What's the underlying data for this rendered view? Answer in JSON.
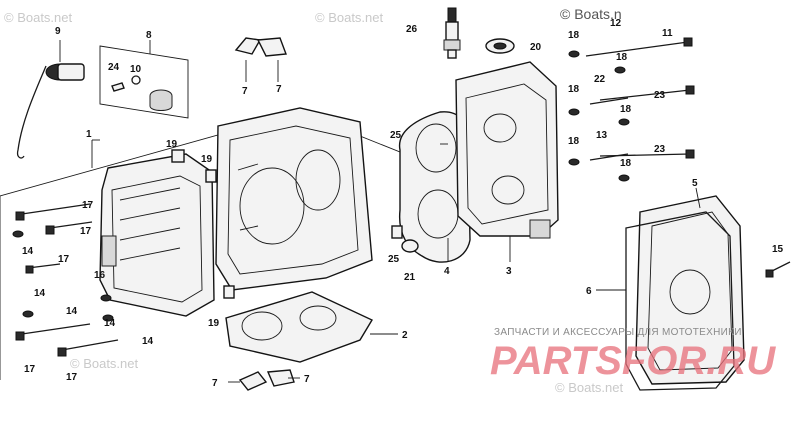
{
  "watermarks": {
    "top_left": "© Boats.net",
    "top_mid": "© Boats.net",
    "top_right": "© Boats.n",
    "bottom_left": "© Boats.net",
    "bottom_right": "© Boats.net"
  },
  "shop_banner": {
    "tagline": "ЗАПЧАСТИ И АКСЕССУАРЫ ДЛЯ МОТОТЕХНИКИ",
    "brand": "PARTSFOR.RU"
  },
  "callouts": [
    {
      "id": "c9",
      "label": "9"
    },
    {
      "id": "c8",
      "label": "8"
    },
    {
      "id": "c24",
      "label": "24"
    },
    {
      "id": "c10",
      "label": "10"
    },
    {
      "id": "c7a",
      "label": "7"
    },
    {
      "id": "c7b",
      "label": "7"
    },
    {
      "id": "c1",
      "label": "1"
    },
    {
      "id": "c19a",
      "label": "19"
    },
    {
      "id": "c19b",
      "label": "19"
    },
    {
      "id": "c26",
      "label": "26"
    },
    {
      "id": "c20",
      "label": "20"
    },
    {
      "id": "c25a",
      "label": "25"
    },
    {
      "id": "c18a",
      "label": "18"
    },
    {
      "id": "c12",
      "label": "12"
    },
    {
      "id": "c11",
      "label": "11"
    },
    {
      "id": "c18b",
      "label": "18"
    },
    {
      "id": "c18c",
      "label": "18"
    },
    {
      "id": "c22",
      "label": "22"
    },
    {
      "id": "c18d",
      "label": "18"
    },
    {
      "id": "c23a",
      "label": "23"
    },
    {
      "id": "c18e",
      "label": "18"
    },
    {
      "id": "c13",
      "label": "13"
    },
    {
      "id": "c18f",
      "label": "18"
    },
    {
      "id": "c23b",
      "label": "23"
    },
    {
      "id": "c5",
      "label": "5"
    },
    {
      "id": "c17a",
      "label": "17"
    },
    {
      "id": "c17b",
      "label": "17"
    },
    {
      "id": "c14a",
      "label": "14"
    },
    {
      "id": "c17c",
      "label": "17"
    },
    {
      "id": "c16",
      "label": "16"
    },
    {
      "id": "c14b",
      "label": "14"
    },
    {
      "id": "c4",
      "label": "4"
    },
    {
      "id": "c3",
      "label": "3"
    },
    {
      "id": "c25b",
      "label": "25"
    },
    {
      "id": "c21",
      "label": "21"
    },
    {
      "id": "c15",
      "label": "15"
    },
    {
      "id": "c6",
      "label": "6"
    },
    {
      "id": "c14c",
      "label": "14"
    },
    {
      "id": "c14d",
      "label": "14"
    },
    {
      "id": "c19c",
      "label": "19"
    },
    {
      "id": "c2",
      "label": "2"
    },
    {
      "id": "c17d",
      "label": "17"
    },
    {
      "id": "c14e",
      "label": "14"
    },
    {
      "id": "c17e",
      "label": "17"
    },
    {
      "id": "c7c",
      "label": "7"
    },
    {
      "id": "c7d",
      "label": "7"
    }
  ]
}
